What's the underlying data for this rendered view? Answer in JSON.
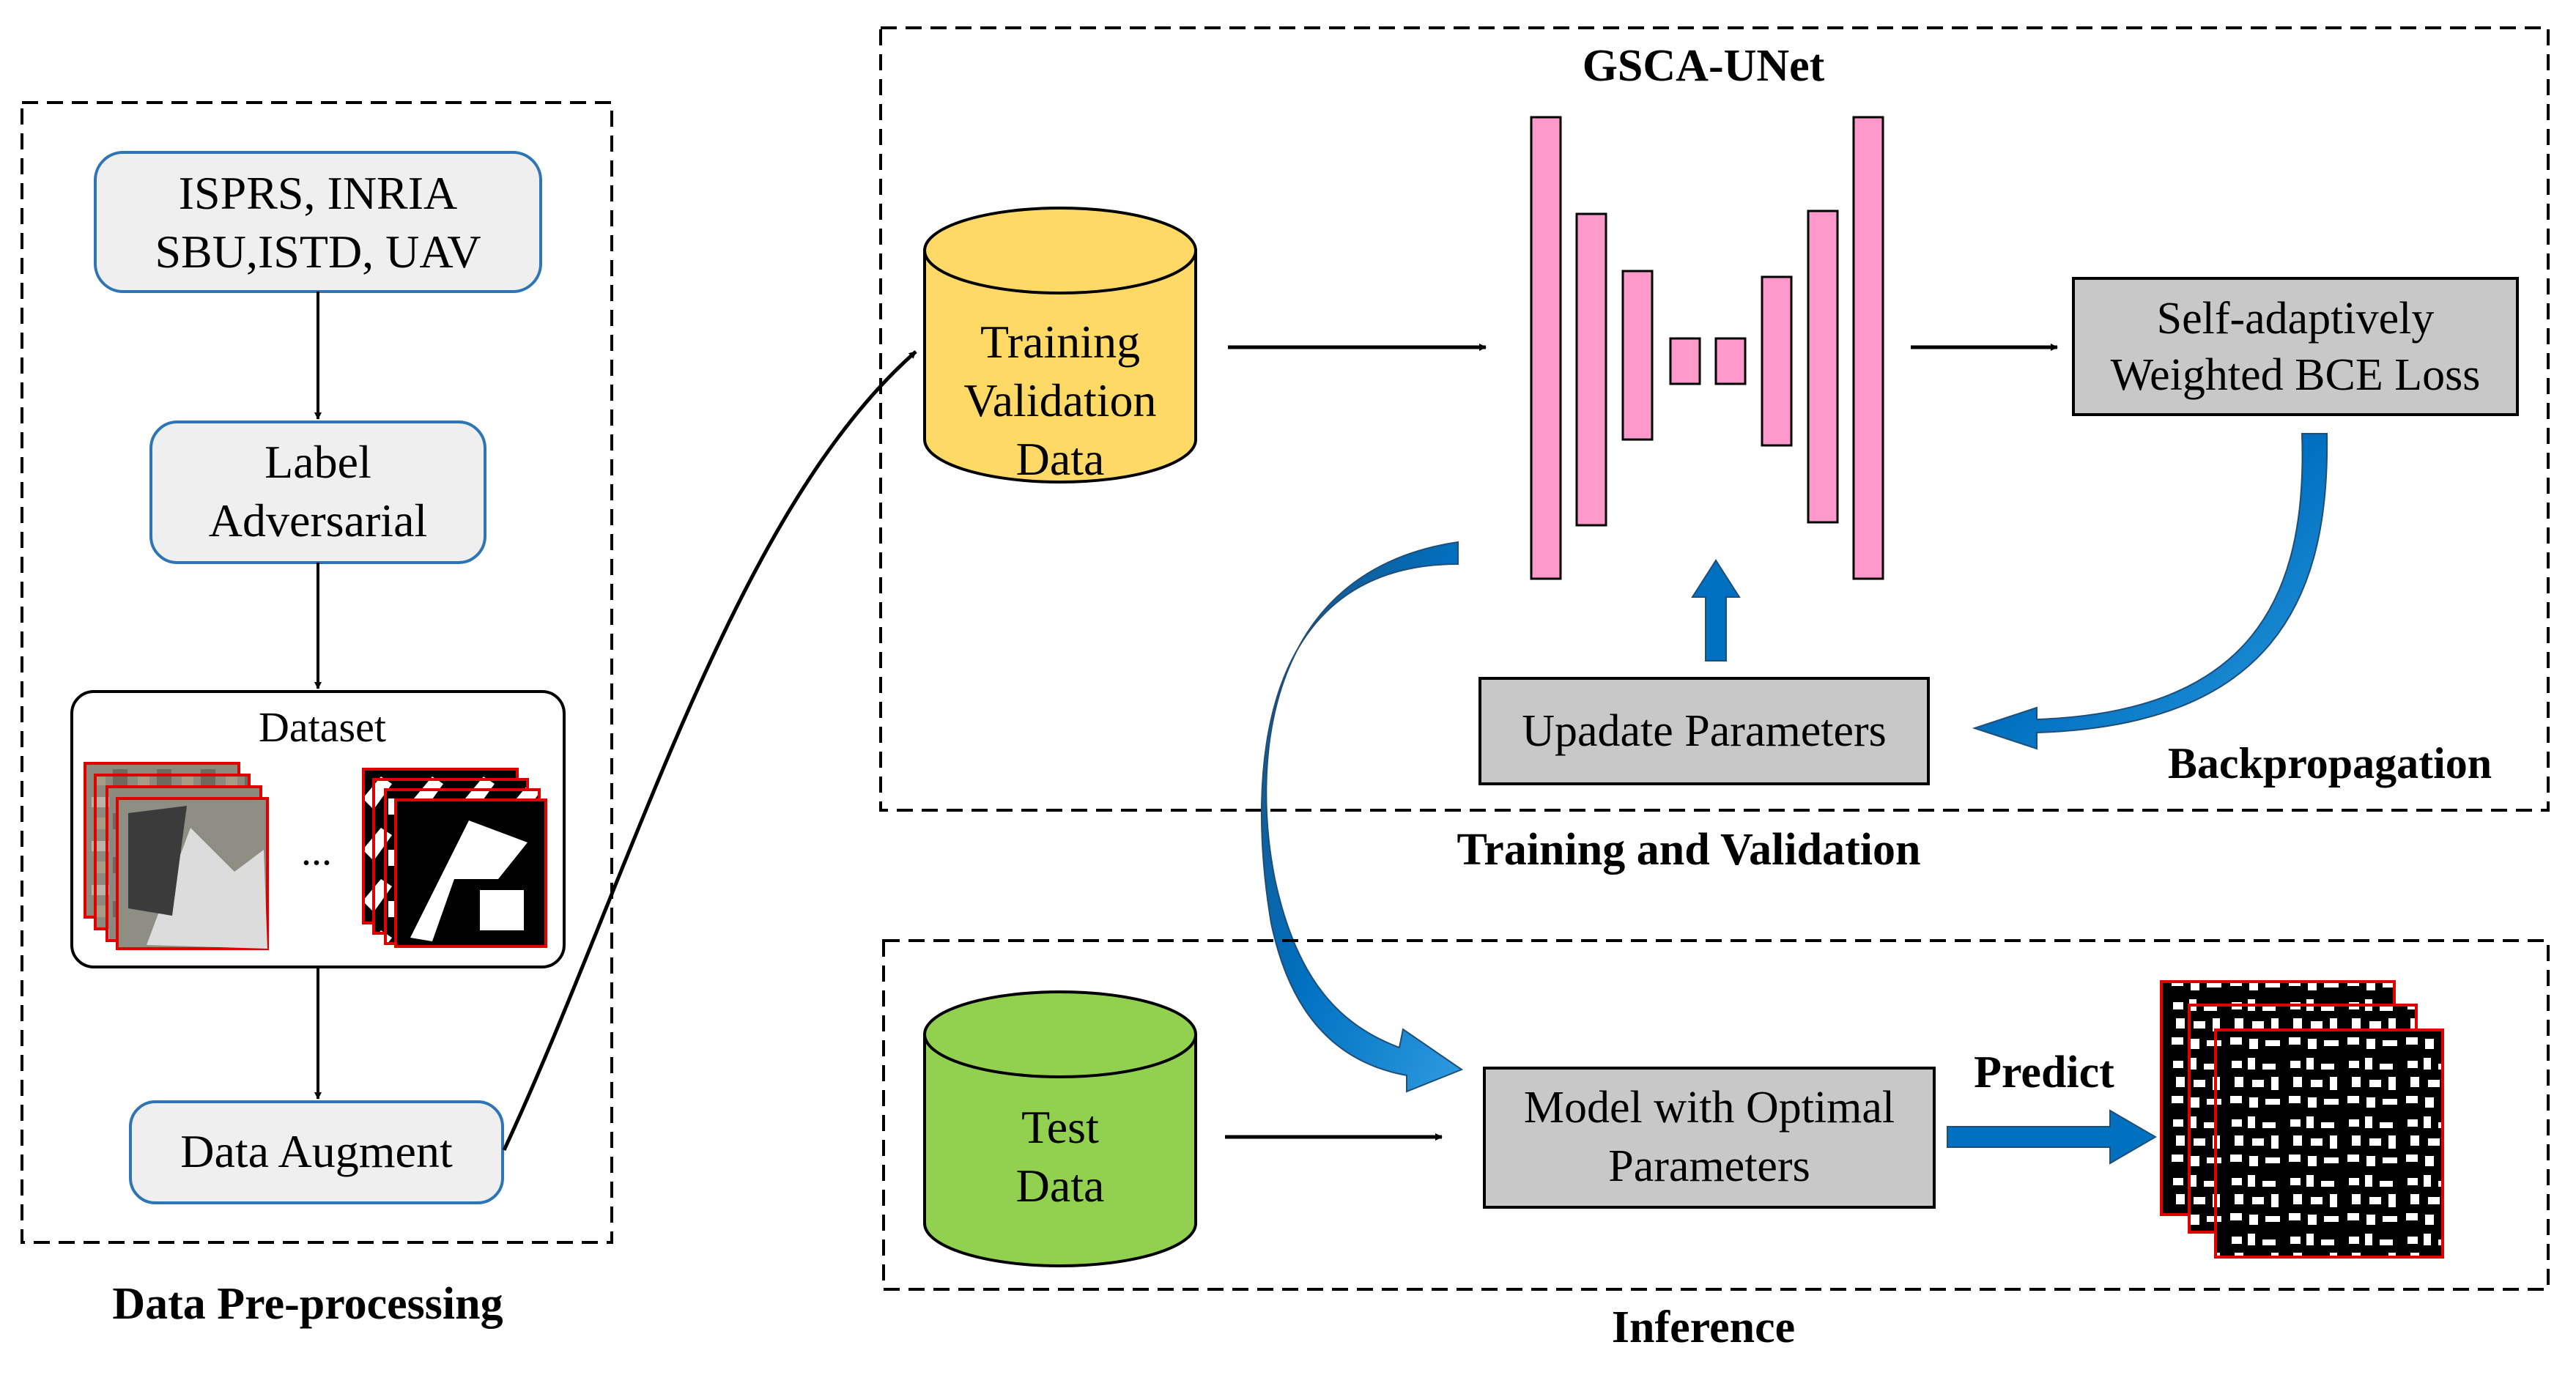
{
  "preprocessing": {
    "caption": "Data Pre-processing",
    "datasets_line1": "ISPRS, INRIA",
    "datasets_line2": "SBU,ISTD, UAV",
    "label_line1": "Label",
    "label_line2": "Adversarial",
    "dataset_title": "Dataset",
    "dataset_ellipsis": "...",
    "augment_label": "Data Augment"
  },
  "training": {
    "caption": "Training and Validation",
    "network_title": "GSCA-UNet",
    "data_line1": "Training",
    "data_line2": "Validation",
    "data_line3": "Data",
    "loss_line1": "Self-adaptively",
    "loss_line2": "Weighted BCE Loss",
    "update_label": "Upadate Parameters",
    "backprop_label": "Backpropagation"
  },
  "inference": {
    "caption": "Inference",
    "data_line1": "Test",
    "data_line2": "Data",
    "model_line1": "Model with Optimal",
    "model_line2": "Parameters",
    "predict_label": "Predict"
  },
  "colors": {
    "training_cylinder": "#FFD966",
    "test_cylinder": "#92D050",
    "unet_block": "#FF99CC",
    "blue_arrow": "#0070C0",
    "gray_box": "#C8C8C8",
    "rounded_box": "#EFEFEF",
    "rounded_border": "#2E75B6",
    "image_border": "#E00000"
  }
}
